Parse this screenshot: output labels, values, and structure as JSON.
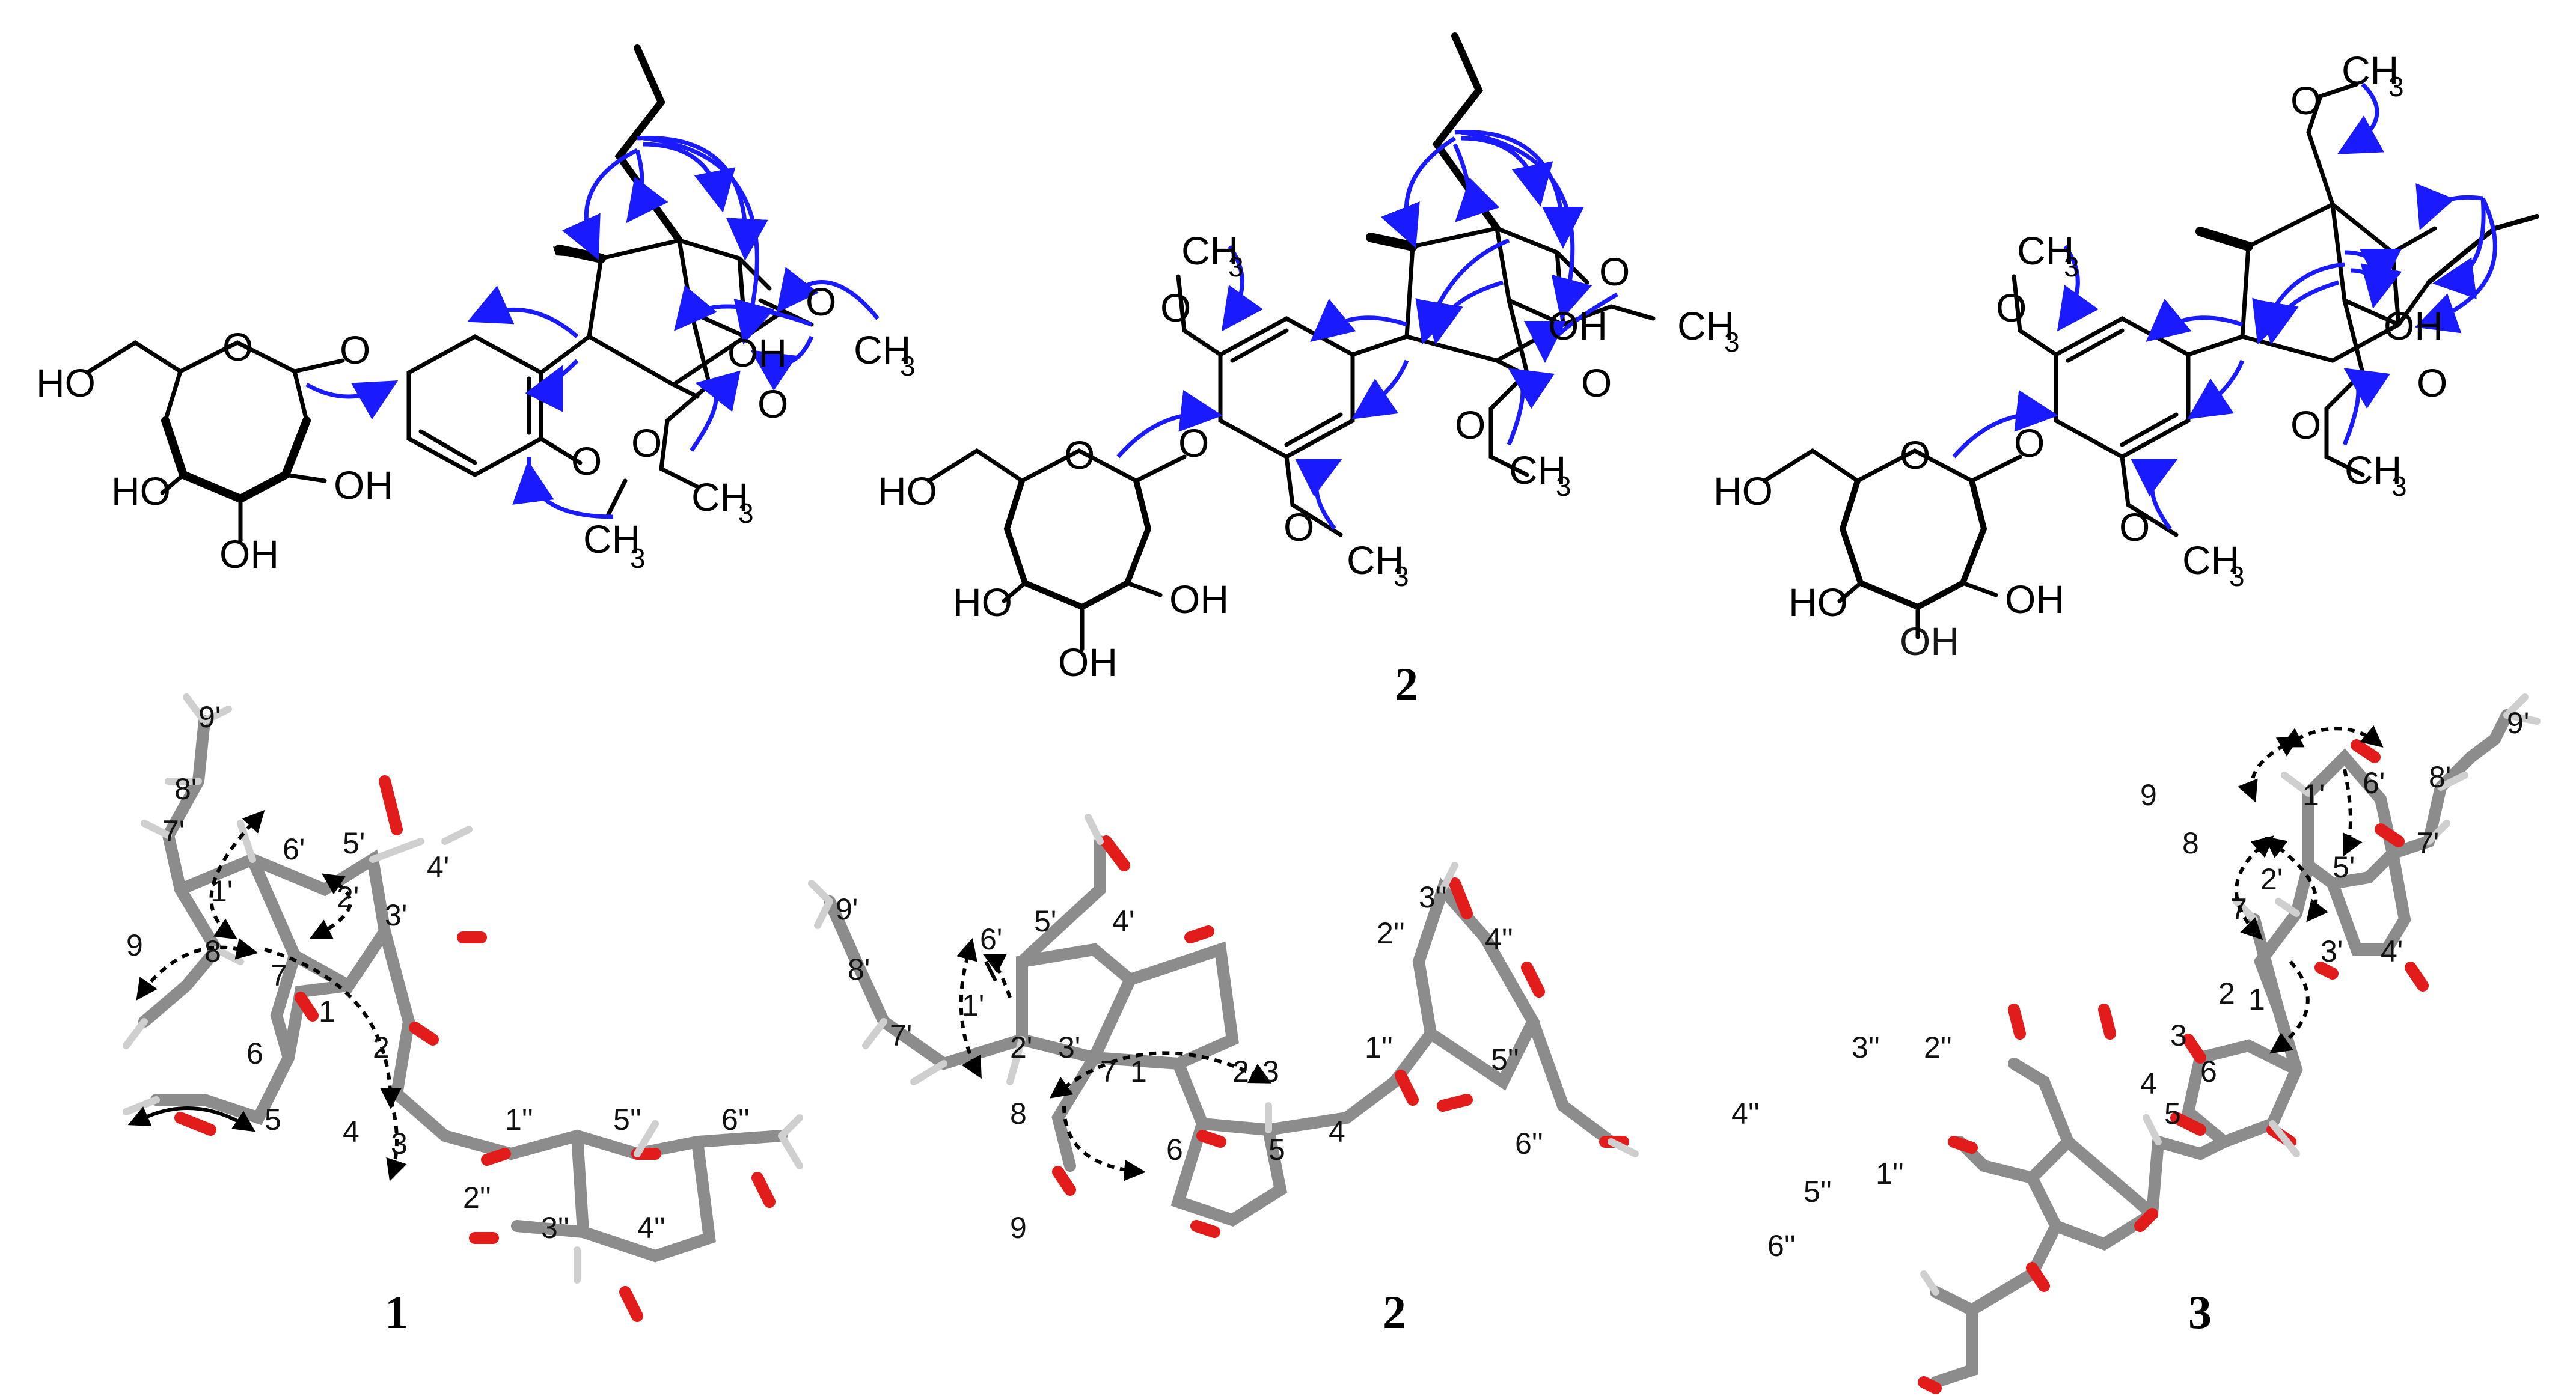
{
  "figure": {
    "top_row": {
      "compound_1_labels": {
        "ho_ch2": "HO",
        "ring_o": "O",
        "glyc_o": "O",
        "oh_3": "HO",
        "oh_2": "OH",
        "oh_4": "OH",
        "ome_o": "O",
        "ch3": "CH",
        "ch3_sub": "3",
        "ester_oh": "OH",
        "carbonyl_o": "O",
        "ome2_o": "O",
        "ome2_ch3": "CH",
        "ome2_sub": "3",
        "vinyl_ome_o": "O",
        "vinyl_ch3": "CH",
        "vinyl_sub": "3"
      },
      "compound_2_labels": {
        "top_ome_ch3": "CH",
        "top_ome_sub": "3",
        "top_ome_o": "O",
        "ho_ch2": "HO",
        "ring_o": "O",
        "glyc_o": "O",
        "oh_3": "HO",
        "oh_2": "OH",
        "oh_4": "OH",
        "bottom_ome_o": "O",
        "bottom_ch3": "CH",
        "bottom_sub": "3",
        "enol_o": "O",
        "enol_ch3": "CH",
        "enol_sub": "3",
        "oh": "OH",
        "carbonyl_o": "O",
        "ome_o": "O",
        "ome_ch3": "CH",
        "ome_sub": "3",
        "caption": "2"
      },
      "compound_3_labels": {
        "top_ome_o": "O",
        "top_ch3": "CH",
        "top_sub": "3",
        "ar_ome_ch3": "CH",
        "ar_ome_sub": "3",
        "ar_ome_o": "O",
        "ho_ch2": "HO",
        "ring_o": "O",
        "glyc_o": "O",
        "oh_3": "HO",
        "oh_2": "OH",
        "oh_4_partial": "OH",
        "bottom_ome_o": "O",
        "bottom_ch3": "CH",
        "bottom_sub": "3",
        "oh": "OH",
        "carbonyl_o": "O",
        "ome_o": "O",
        "ome_ch3": "CH",
        "ome_sub": "3"
      }
    },
    "bottom_row": {
      "model_1": {
        "atoms": [
          "9'",
          "8'",
          "7'",
          "6'",
          "5'",
          "1'",
          "2'",
          "4'",
          "3'",
          "9",
          "8",
          "7",
          "1",
          "6",
          "2",
          "5",
          "4",
          "3",
          "1''",
          "5''",
          "6''",
          "2''",
          "3''",
          "4''"
        ],
        "caption": "1"
      },
      "model_2": {
        "atoms": [
          "9'",
          "8'",
          "7'",
          "6'",
          "5'",
          "4'",
          "1'",
          "2'",
          "3'",
          "7",
          "1",
          "2",
          "3",
          "8",
          "6",
          "5",
          "4",
          "9",
          "3''",
          "2''",
          "4''",
          "1''",
          "5''",
          "6''"
        ],
        "caption": "2"
      },
      "model_3": {
        "atoms": [
          "9'",
          "8'",
          "6'",
          "1'",
          "9",
          "8",
          "5'",
          "7'",
          "2'",
          "7",
          "3'",
          "4'",
          "2",
          "1",
          "3",
          "6",
          "4",
          "5",
          "3''",
          "2''",
          "4''",
          "1''",
          "5''",
          "6''"
        ],
        "caption": "3"
      }
    },
    "colors": {
      "hmbc_arrow": "#1a1aff",
      "noesy_arrow": "#000000",
      "carbon": "#8c8c8c",
      "oxygen": "#e21b1b",
      "hydrogen": "#cfcfcf"
    }
  }
}
